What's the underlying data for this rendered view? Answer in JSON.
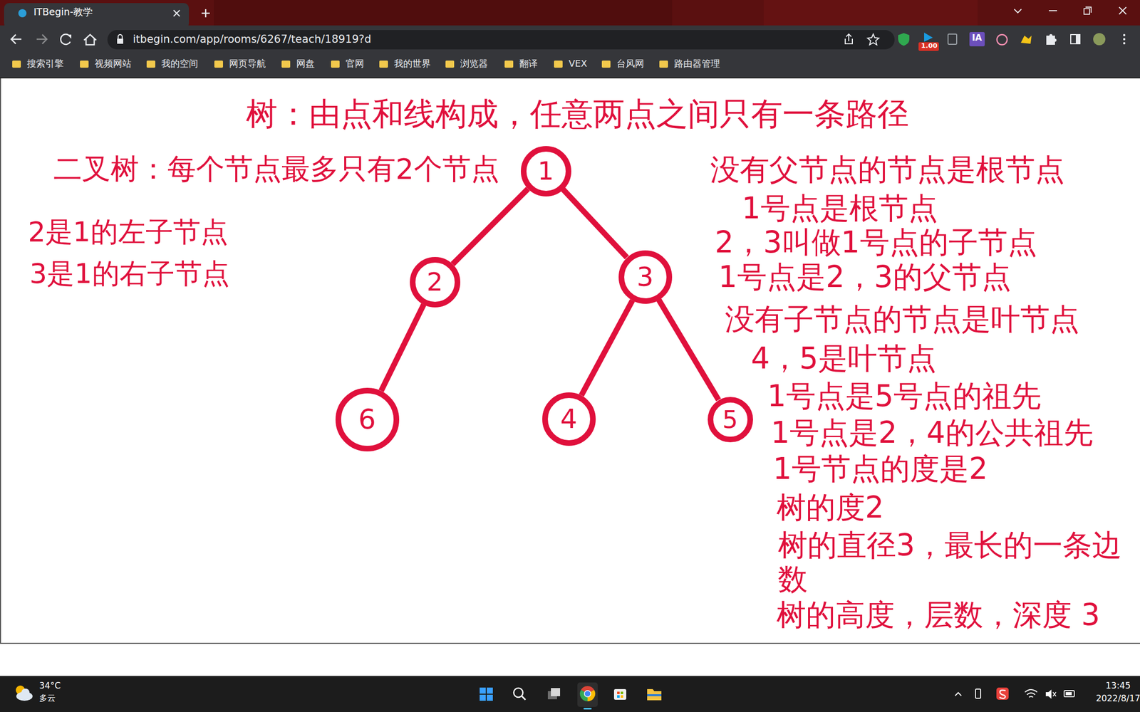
{
  "diagram": {
    "title": "树：由点和线构成，任意两点之间只有一条路径",
    "nodes": [
      {
        "text": [
          "1"
        ]
      },
      {
        "text": [
          "2"
        ]
      },
      {
        "text": [
          "3"
        ]
      },
      {
        "text": [
          "6"
        ]
      },
      {
        "text": [
          "4"
        ]
      },
      {
        "text": [
          "5"
        ]
      }
    ],
    "edges": [
      {
        "from": 0,
        "to": 1,
        "arrow": "none"
      },
      {
        "from": 0,
        "to": 2,
        "arrow": "none"
      },
      {
        "from": 1,
        "to": 3,
        "arrow": "none"
      },
      {
        "from": 2,
        "to": 4,
        "arrow": "none"
      },
      {
        "from": 2,
        "to": 5,
        "arrow": "none"
      }
    ],
    "labels": [
      "ITBegin-教学",
      "itbegin.com/app/rooms/6267/teach/18919?d",
      "1.00",
      "IA",
      "搜索引擎",
      "视频网站",
      "我的空间",
      "网页导航",
      "网盘",
      "官网",
      "我的世界",
      "浏览器",
      "翻译",
      "VEX",
      "台风网",
      "路由器管理",
      "二叉树：每个节点最多只有2个节点",
      "2是1的左子节点",
      "3是1的右子节点",
      "没有父节点的节点是根节点",
      "1号点是根节点",
      "2，3叫做1号点的子节点",
      "1号点是2，3的父节点",
      "没有子节点的节点是叶节点",
      "4，5是叶节点",
      "1号点是5号点的祖先",
      "1号点是2，4的公共祖先",
      "1号节点的度是2",
      "树的度2",
      "树的直径3，最长的一条边数",
      "树的高度，层数，深度 3",
      "34°C",
      "多云",
      "13:45",
      "2022/8/17"
    ]
  }
}
